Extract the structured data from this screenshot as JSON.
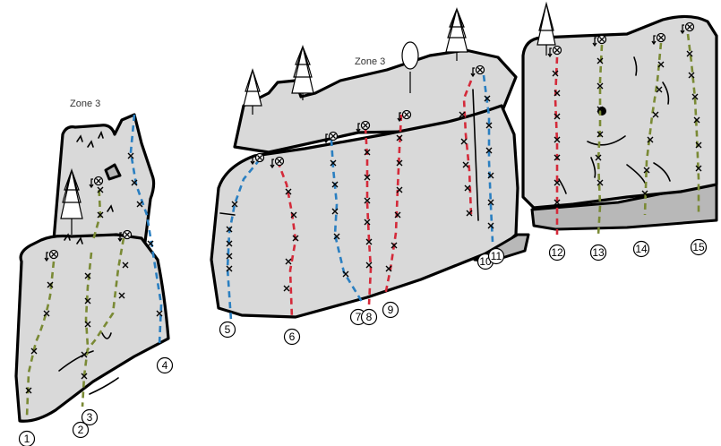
{
  "zones": [
    {
      "label": "Zone 3"
    },
    {
      "label": "Zone 3"
    }
  ],
  "colors": {
    "blue": "#2a7fc1",
    "red": "#d42a3a",
    "green": "#7a8a35",
    "rock": "#d9d9d9",
    "shadow": "#b8b8b8"
  },
  "routes": [
    {
      "number": "1",
      "color": "green"
    },
    {
      "number": "2",
      "color": "green"
    },
    {
      "number": "3",
      "color": "green"
    },
    {
      "number": "4",
      "color": "blue"
    },
    {
      "number": "5",
      "color": "blue"
    },
    {
      "number": "6",
      "color": "red"
    },
    {
      "number": "7",
      "color": "blue"
    },
    {
      "number": "8",
      "color": "red"
    },
    {
      "number": "9",
      "color": "red"
    },
    {
      "number": "10",
      "color": "red"
    },
    {
      "number": "11",
      "color": "blue"
    },
    {
      "number": "12",
      "color": "red"
    },
    {
      "number": "13",
      "color": "green"
    },
    {
      "number": "14",
      "color": "green"
    },
    {
      "number": "15",
      "color": "green"
    }
  ]
}
